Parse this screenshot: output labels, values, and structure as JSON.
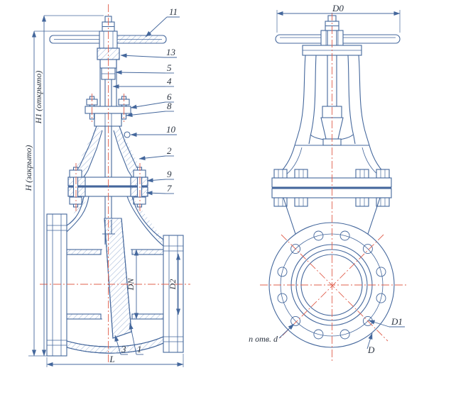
{
  "meta": {
    "description": "Gate valve engineering drawing, two views: longitudinal section and front view"
  },
  "colors": {
    "line": "#44679c",
    "line_light": "#7d9cc9",
    "centerline": "#e0604e",
    "text": "#2a3340"
  },
  "left_view": {
    "callouts": [
      {
        "label": "11"
      },
      {
        "label": "13"
      },
      {
        "label": "5"
      },
      {
        "label": "4"
      },
      {
        "label": "6"
      },
      {
        "label": "8"
      },
      {
        "label": "10"
      },
      {
        "label": "2"
      },
      {
        "label": "9"
      },
      {
        "label": "7"
      },
      {
        "label": "3"
      },
      {
        "label": "1"
      }
    ],
    "dimensions": {
      "h1_open": "H1 (открыто)",
      "h_closed": "H (закрыто)",
      "dn": "DN",
      "d2": "D2",
      "l": "L"
    }
  },
  "right_view": {
    "dimensions": {
      "d0": "D0",
      "d1": "D1",
      "d": "D",
      "holes": "n отв. d"
    }
  }
}
